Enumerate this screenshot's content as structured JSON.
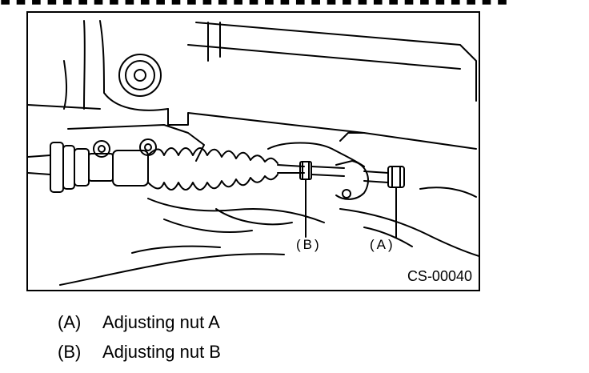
{
  "header_fragment": "■ ■ ■ ■ ■ ■ ■ ■ ■ ■ ■ ■ ■ ■ ■ ■ ■ ■ ■ ■ ■ ■ ■ ■ ■ ■ ■ ■ ■ ■ ■ ■ ■",
  "figure": {
    "code": "CS-00040",
    "callouts": {
      "b": "(B)",
      "a": "(A)"
    }
  },
  "legend": [
    {
      "key": "(A)",
      "text": "Adjusting nut A"
    },
    {
      "key": "(B)",
      "text": "Adjusting nut B"
    }
  ]
}
